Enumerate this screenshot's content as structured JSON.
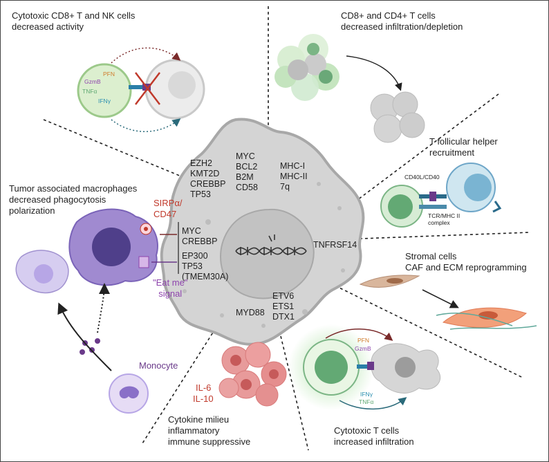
{
  "sections": {
    "cytotoxic_nk": {
      "title": "Cytotoxic CD8+ T and NK cells\ndecreased activity",
      "cell_labels": {
        "pfn": "PFN",
        "gzmb": "GzmB",
        "tnfa": "TNFα",
        "ifng": "IFNγ"
      }
    },
    "t_depletion": {
      "title": "CD8+ and CD4+ T cells\ndecreased infiltration/depletion"
    },
    "tfh": {
      "title": "T follicular helper\nrecruitment",
      "labels": {
        "cd40": "CD40L/CD40",
        "tcr": "TCR/MHC II\ncomplex"
      }
    },
    "stromal": {
      "title": "Stromal cells\nCAF and ECM reprogramming"
    },
    "cyto_t_increased": {
      "title": "Cytotoxic T cells\nincreased infiltration",
      "labels": {
        "pfn": "PFN",
        "gzmb": "GzmB",
        "ifng": "IFNγ",
        "tnfa": "TNFα"
      }
    },
    "cytokine": {
      "title": "Cytokine milieu\ninflammatory\nimmune suppressive",
      "labels": {
        "il6": "IL-6",
        "il10": "IL-10"
      }
    },
    "tam": {
      "title": "Tumor associated macrophages\ndecreased phagocytosis\npolarization",
      "sirpa": "SIRPα/\nCD47",
      "eatme": "\"Eat me\"\nsignal",
      "monocyte": "Monocyte"
    }
  },
  "genes": {
    "g1": "EZH2\nKMT2D\nCREBBP\nTP53",
    "g2": "MYC\nBCL2\nB2M\nCD58",
    "g3": "MHC-I\nMHC-II\n7q",
    "g4": "MYC\nCREBBP",
    "g5": "EP300\nTP53\n(TMEM30A)",
    "g6": "TNFRSF14",
    "g7": "MYD88",
    "g8": "ETV6\nETS1\nDTX1"
  },
  "colors": {
    "tumor": "#d4d4d4",
    "nucleus": "#c2c2c2",
    "tcell": "#5fa872",
    "macrophage": "#6b5aa8",
    "tfh": "#6ea6c8",
    "red": "#c0392b",
    "purple": "#8e44ad"
  }
}
